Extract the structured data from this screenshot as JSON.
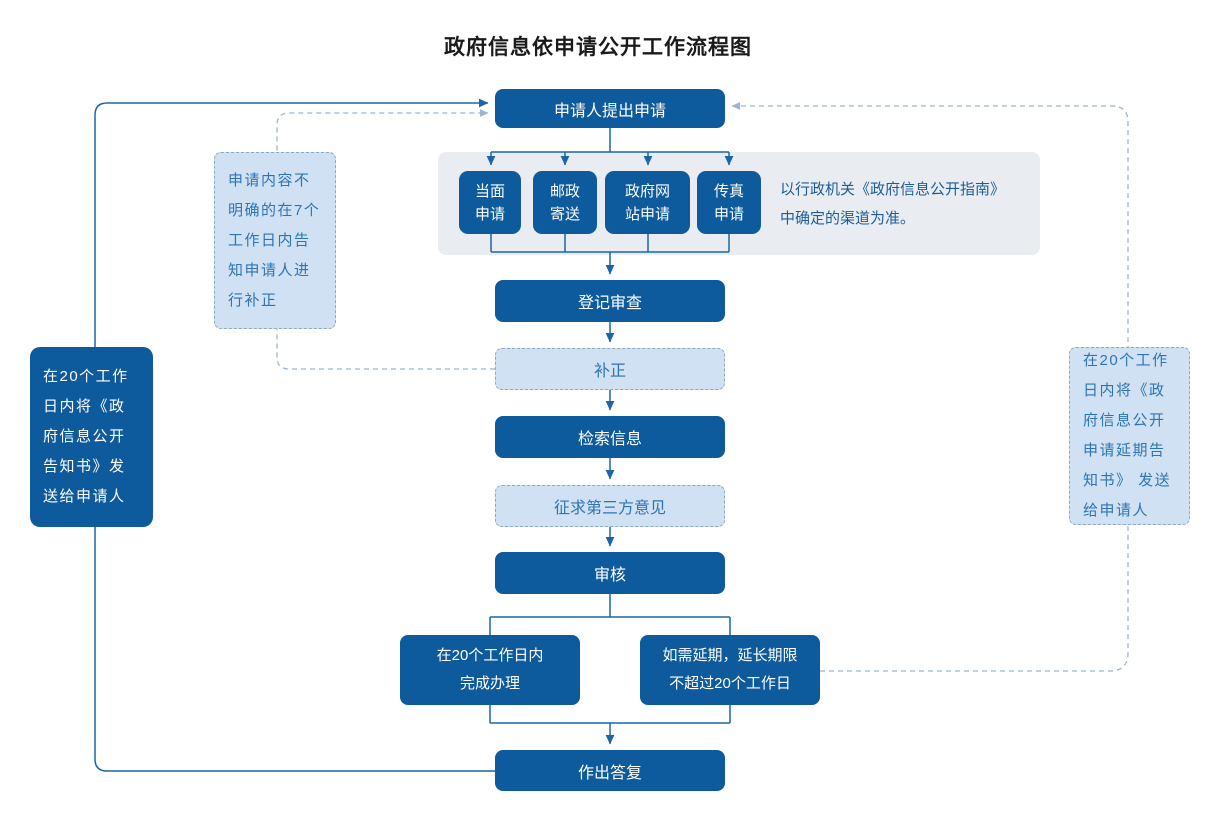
{
  "title": "政府信息依申请公开工作流程图",
  "flow": {
    "apply": "申请人提出申请",
    "channels": [
      {
        "label": "当面申请",
        "lines": [
          "当面",
          "申请"
        ]
      },
      {
        "label": "邮政寄送",
        "lines": [
          "邮政",
          "寄送"
        ]
      },
      {
        "label": "政府网站申请",
        "lines": [
          "政府网",
          "站申请"
        ]
      },
      {
        "label": "传真申请",
        "lines": [
          "传真",
          "申请"
        ]
      }
    ],
    "channel_note": {
      "label": "以行政机关《政府信息公开指南》中确定的渠道为准。",
      "lines": [
        "以行政机关《政府信息公开指南》",
        "中确定的渠道为准。"
      ]
    },
    "register": "登记审查",
    "supplement": "补正",
    "search": "检索信息",
    "third_party": "征求第三方意见",
    "review": "审核",
    "complete": {
      "label": "在20个工作日内完成办理",
      "lines": [
        "在20个工作日内",
        "完成办理"
      ]
    },
    "extend": {
      "label": "如需延期，延长期限不超过20个工作日",
      "lines": [
        "如需延期，延长期限",
        "不超过20个工作日"
      ]
    },
    "reply": "作出答复",
    "left_notice": {
      "label": "在20个工作日内将《政府信息公开告知书》发送给申请人",
      "lines": [
        "在20个工作",
        "日内将《政",
        "府信息公开",
        "告知书》发",
        "送给申请人"
      ]
    },
    "left_note": {
      "label": "申请内容不明确的在7个工作日内告知申请人进行补正",
      "lines": [
        "申请内容不",
        "明确的在7个",
        "工作日内告",
        "知申请人进",
        "行补正"
      ]
    },
    "right_note": {
      "label": "在20个工作日内将《政府信息公开申请延期告知书》 发送给申请人",
      "lines": [
        "在20个工作",
        "日内将《政",
        "府信息公开",
        "申请延期告",
        "知书》 发送",
        "给申请人"
      ]
    }
  },
  "colors": {
    "primary_box": "#0d5a9c",
    "light_box_fill": "#cfe1f2",
    "light_box_border": "#8ca9c6",
    "panel_background": "#e9edf2",
    "light_box_text": "#2e74b5",
    "annotation_text": "#1f5c97",
    "solid_connector": "#1c66a5",
    "dashed_connector": "#9db4cc",
    "title_text": "#1a1a1a"
  }
}
